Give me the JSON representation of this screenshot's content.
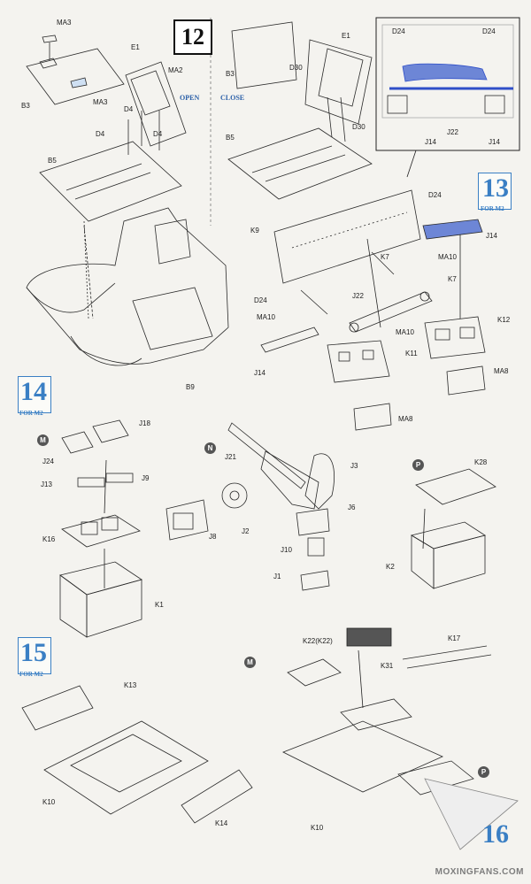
{
  "steps": {
    "s12": "12",
    "s13": "13",
    "s14": "14",
    "s15": "15",
    "s16": "16"
  },
  "step_sub": {
    "s13": "FOR M2",
    "s14": "FOR M2",
    "s15": "FOR M2"
  },
  "open_close": {
    "open": "OPEN",
    "close": "CLOSE"
  },
  "part_labels": {
    "ma3_a": "MA3",
    "ma3_b": "MA3",
    "ma2": "MA2",
    "e1_a": "E1",
    "b3_a": "B3",
    "d4_a": "D4",
    "d4_b": "D4",
    "d4_c": "D4",
    "b5_a": "B5",
    "b9": "B9",
    "e1_b": "E1",
    "b3_b": "B3",
    "d30_a": "D30",
    "d30_b": "D30",
    "b5_b": "B5",
    "d24_a": "D24",
    "d24_b": "D24",
    "j14_a": "J14",
    "j22_a": "J22",
    "j14_b": "J14",
    "d24_c": "D24",
    "j14_c": "J14",
    "k9": "K9",
    "k7_a": "K7",
    "k7_b": "K7",
    "ma10_a": "MA10",
    "d24_d": "D24",
    "j22_b": "J22",
    "ma10_b": "MA10",
    "ma10_c": "MA10",
    "k12": "K12",
    "k11": "K11",
    "j14_d": "J14",
    "ma8_a": "MA8",
    "ma8_b": "MA8",
    "j18": "J18",
    "j24": "J24",
    "j13": "J13",
    "j9": "J9",
    "k16": "K16",
    "k1": "K1",
    "j21": "J21",
    "j3": "J3",
    "j6": "J6",
    "j8": "J8",
    "j2": "J2",
    "j10": "J10",
    "j1": "J1",
    "k28": "K28",
    "k2": "K2",
    "k13": "K13",
    "k10_a": "K10",
    "k14": "K14",
    "k22": "K22(K22)",
    "k17": "K17",
    "k31": "K31",
    "k10_b": "K10"
  },
  "variant_markers": {
    "m1": "M",
    "n": "N",
    "p1": "P",
    "m2": "M",
    "p2": "P"
  },
  "watermark": "MOXINGFANS.COM",
  "colors": {
    "step_blue": "#3a7fc4",
    "callout_blue": "#2f4fc8",
    "line": "#1c1c1c"
  }
}
